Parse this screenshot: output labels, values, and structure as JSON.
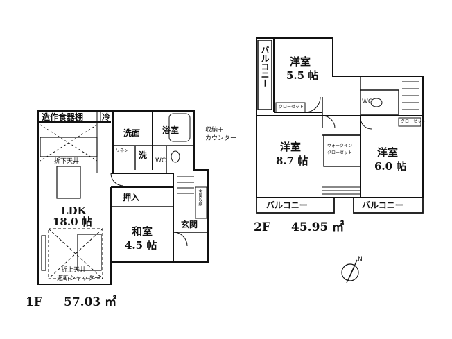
{
  "floor1": {
    "label": "1F",
    "area": "57.03 ㎡",
    "rooms": {
      "shelf": "造作食器棚",
      "refrigerator": "冷",
      "kitchen_ceiling": "折下天井",
      "ldk_name": "LDK",
      "ldk_size": "18.0 帖",
      "lowered_ceiling": "折上天井",
      "shutter": "遮断シャッター",
      "washroom": "洗面",
      "bath": "浴室",
      "linen": "リネン",
      "washer": "洗",
      "wc": "WC",
      "storage_counter_1": "収納＋",
      "storage_counter_2": "カウンター",
      "oshiire": "押入",
      "washitsu_name": "和室",
      "washitsu_size": "4.5 帖",
      "genkan": "玄関",
      "shoe_storage": "玄関収納"
    }
  },
  "floor2": {
    "label": "2F",
    "area": "45.95 ㎡",
    "rooms": {
      "room_a_name": "洋室",
      "room_a_size": "5.5 帖",
      "balcony_vertical": "バルコニー",
      "closet_a": "クローゼット",
      "wc": "WC",
      "closet_c": "クローゼット",
      "room_b_name": "洋室",
      "room_b_size": "8.7 帖",
      "walk_in_1": "ウォークイン",
      "walk_in_2": "クローゼット",
      "room_c_name": "洋室",
      "room_c_size": "6.0 帖",
      "balcony_left": "バルコニー",
      "balcony_right": "バルコニー"
    }
  },
  "compass": "N"
}
